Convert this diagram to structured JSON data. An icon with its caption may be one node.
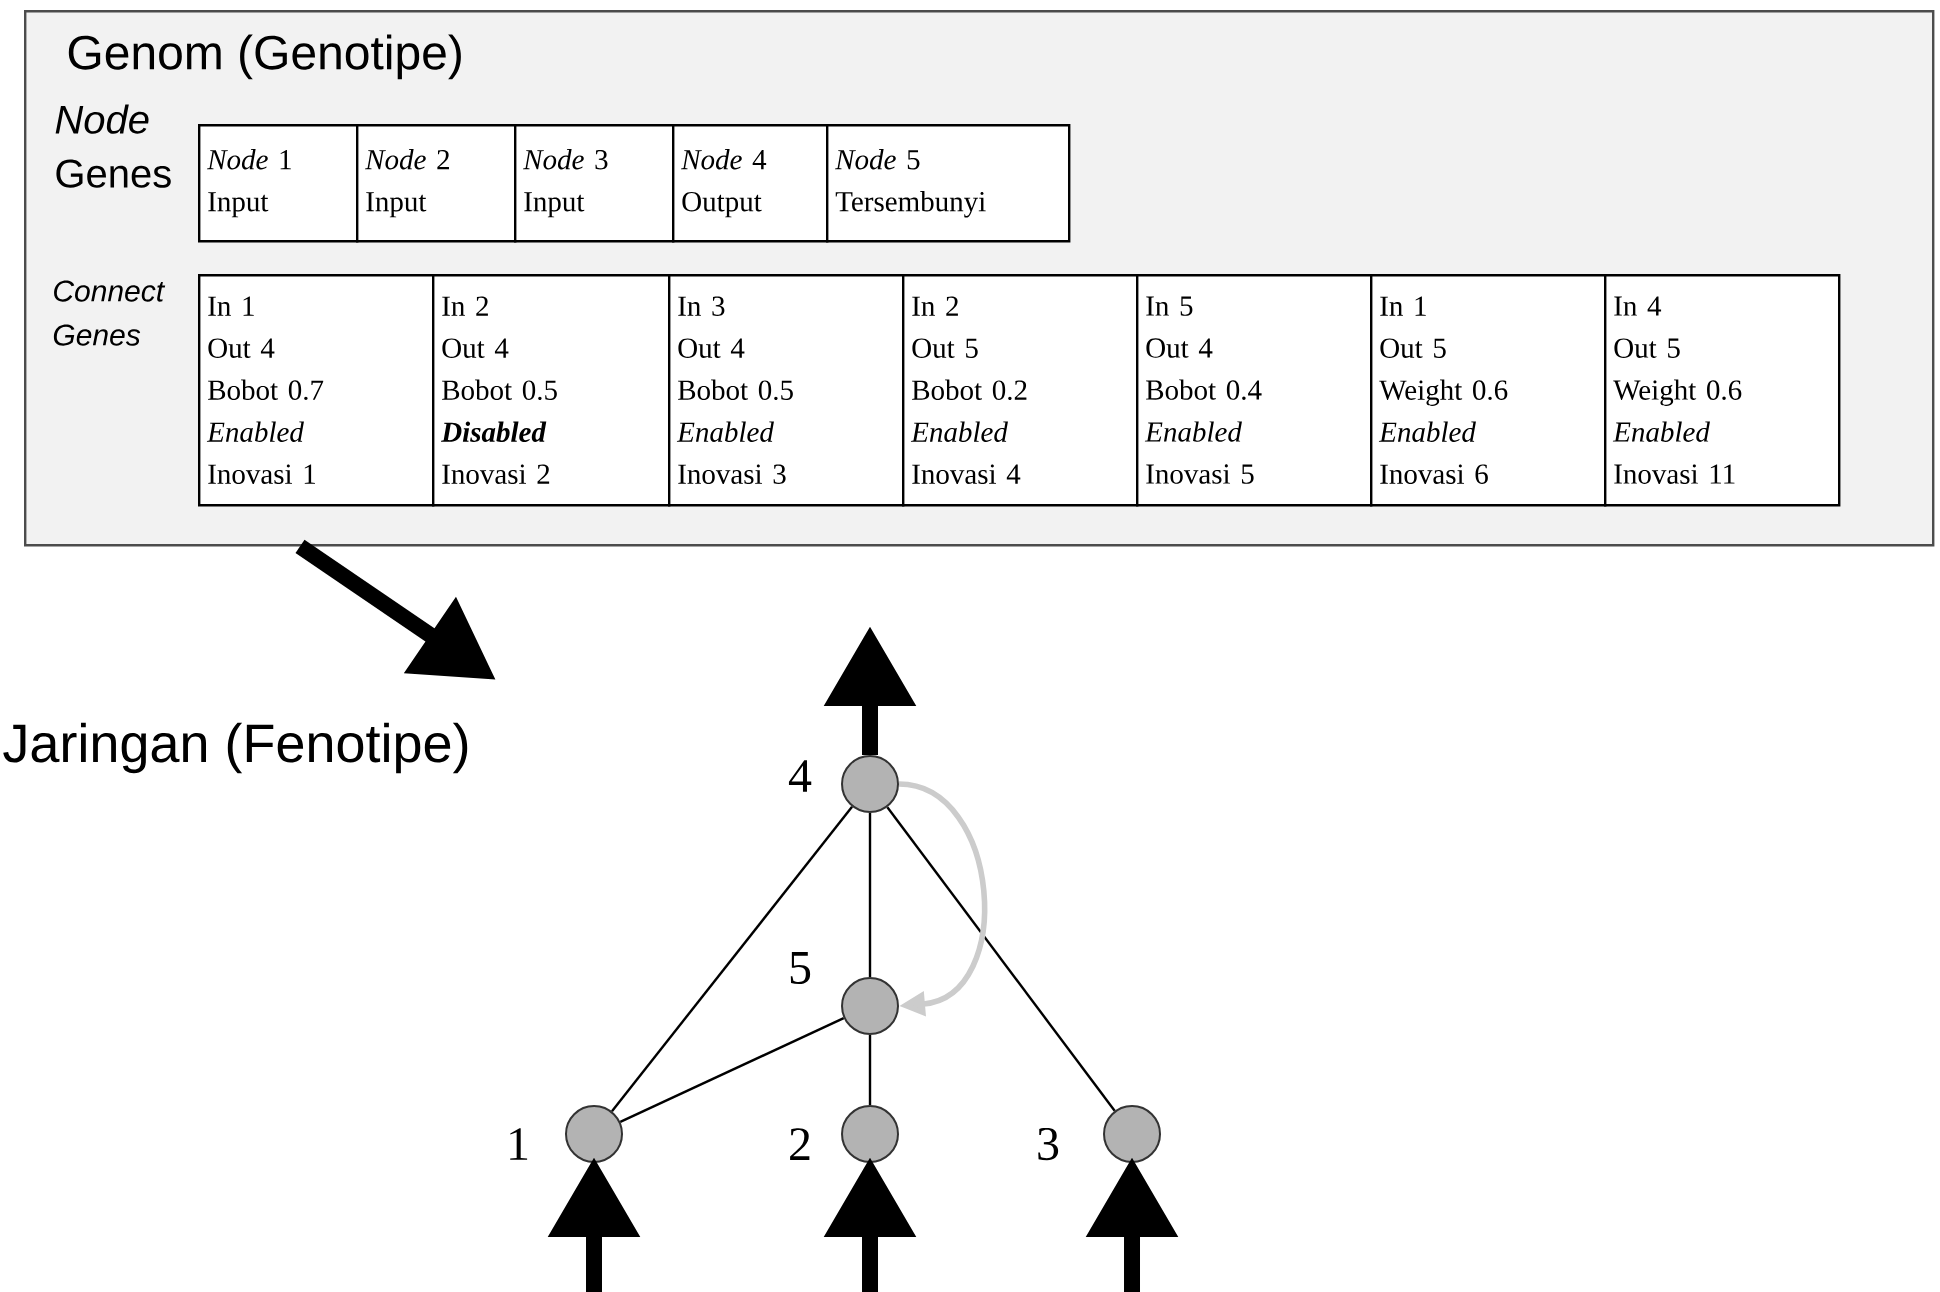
{
  "diagram": {
    "nodes": [
      {
        "text": [
          "Genom (Genotipe)"
        ]
      },
      {
        "text": [
          "*Node* 1",
          "Input"
        ],
        "in": 0
      },
      {
        "text": [
          "*Node* 2",
          "Input"
        ],
        "in": 0
      },
      {
        "text": [
          "*Node* 3",
          "Input"
        ],
        "in": 0
      },
      {
        "text": [
          "*Node* 4",
          "Output"
        ],
        "in": 0
      },
      {
        "text": [
          "*Node* 5",
          "Tersembunyi"
        ],
        "in": 0
      },
      {
        "text": [
          "In 1",
          "Out 4",
          "Bobot 0.7",
          "Enabled",
          "Inovasi 1"
        ],
        "in": 0
      },
      {
        "text": [
          "In 2",
          "Out 4",
          "Bobot 0.5",
          "**Disabled**",
          "Inovasi 2"
        ],
        "in": 0
      },
      {
        "text": [
          "In 3",
          "Out 4",
          "Bobot 0.5",
          "Enabled",
          "Inovasi 3"
        ],
        "in": 0
      },
      {
        "text": [
          "In 2",
          "Out 5",
          "Bobot 0.2",
          "Enabled",
          "Inovasi 4"
        ],
        "in": 0
      },
      {
        "text": [
          "In 5",
          "Out 4",
          "Bobot 0.4",
          "Enabled",
          "Inovasi 5"
        ],
        "in": 0
      },
      {
        "text": [
          "In 1",
          "Out 5",
          "Weight 0.6",
          "Enabled",
          "Inovasi 6"
        ],
        "in": 0
      },
      {
        "text": [
          "In 4",
          "Out 5",
          "Weight 0.6",
          "Enabled",
          "Inovasi 11"
        ],
        "in": 0
      },
      {
        "text": [],
        "shape": "circle",
        "beside": [
          "4"
        ]
      },
      {
        "text": [],
        "shape": "circle",
        "beside": [
          "5"
        ]
      },
      {
        "text": [],
        "shape": "circle",
        "beside": [
          "1"
        ]
      },
      {
        "text": [],
        "shape": "circle",
        "beside": [
          "2"
        ]
      },
      {
        "text": [],
        "shape": "circle",
        "beside": [
          "3"
        ]
      }
    ],
    "edges": [
      {
        "from": 0,
        "to": null,
        "arrow": "to",
        "style": "thick"
      },
      {
        "from": 15,
        "to": 13,
        "arrow": "none"
      },
      {
        "from": 16,
        "to": 14,
        "arrow": "none"
      },
      {
        "from": 14,
        "to": 13,
        "arrow": "none"
      },
      {
        "from": 15,
        "to": 14,
        "arrow": "none"
      },
      {
        "from": 17,
        "to": 13,
        "arrow": "none"
      },
      {
        "from": 13,
        "to": 14,
        "arrow": "to",
        "color": "#cccccc"
      },
      {
        "from": null,
        "to": 15,
        "arrow": "to",
        "style": "thick"
      },
      {
        "from": null,
        "to": 16,
        "arrow": "to",
        "style": "thick"
      },
      {
        "from": null,
        "to": 17,
        "arrow": "to",
        "style": "thick"
      },
      {
        "from": 13,
        "to": null,
        "arrow": "to",
        "style": "thick"
      }
    ],
    "labels": [
      "*Node* Genes",
      "Connect Genes",
      "Jaringan (Fenotipe)"
    ]
  }
}
